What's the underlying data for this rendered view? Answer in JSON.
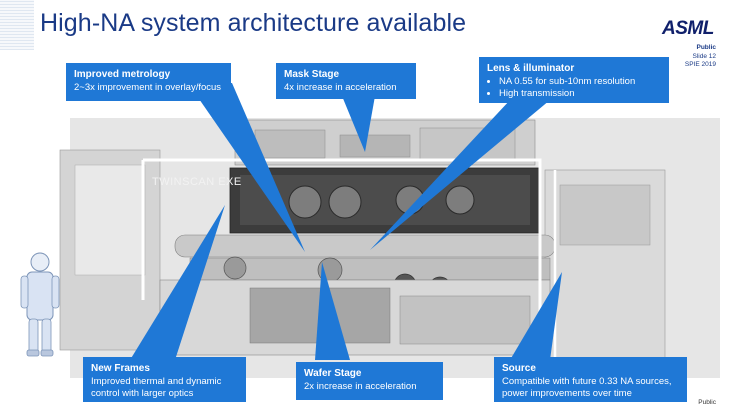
{
  "slide": {
    "title": "High-NA system architecture available",
    "logo_text": "ASML",
    "meta": {
      "classification": "Public",
      "slide_no": "Slide 12",
      "event": "SPIE 2019"
    },
    "footer": "Public",
    "watermark": "TWINSCAN EXE"
  },
  "callouts": {
    "metrology": {
      "heading": "Improved metrology",
      "body": "2~3x improvement in overlay/focus"
    },
    "mask_stage": {
      "heading": "Mask Stage",
      "body": "4x increase in acceleration"
    },
    "lens": {
      "heading": "Lens & illuminator",
      "bullets": [
        "NA 0.55 for sub-10nm resolution",
        "High transmission"
      ]
    },
    "frames": {
      "heading": "New Frames",
      "body": "Improved thermal and dynamic control with larger optics"
    },
    "wafer_stage": {
      "heading": "Wafer Stage",
      "body": "2x increase in acceleration"
    },
    "source": {
      "heading": "Source",
      "body": "Compatible with future 0.33 NA sources, power improvements over time"
    }
  },
  "colors": {
    "title": "#1a3a86",
    "callout": "#1f78d6",
    "logo": "#10206b"
  }
}
